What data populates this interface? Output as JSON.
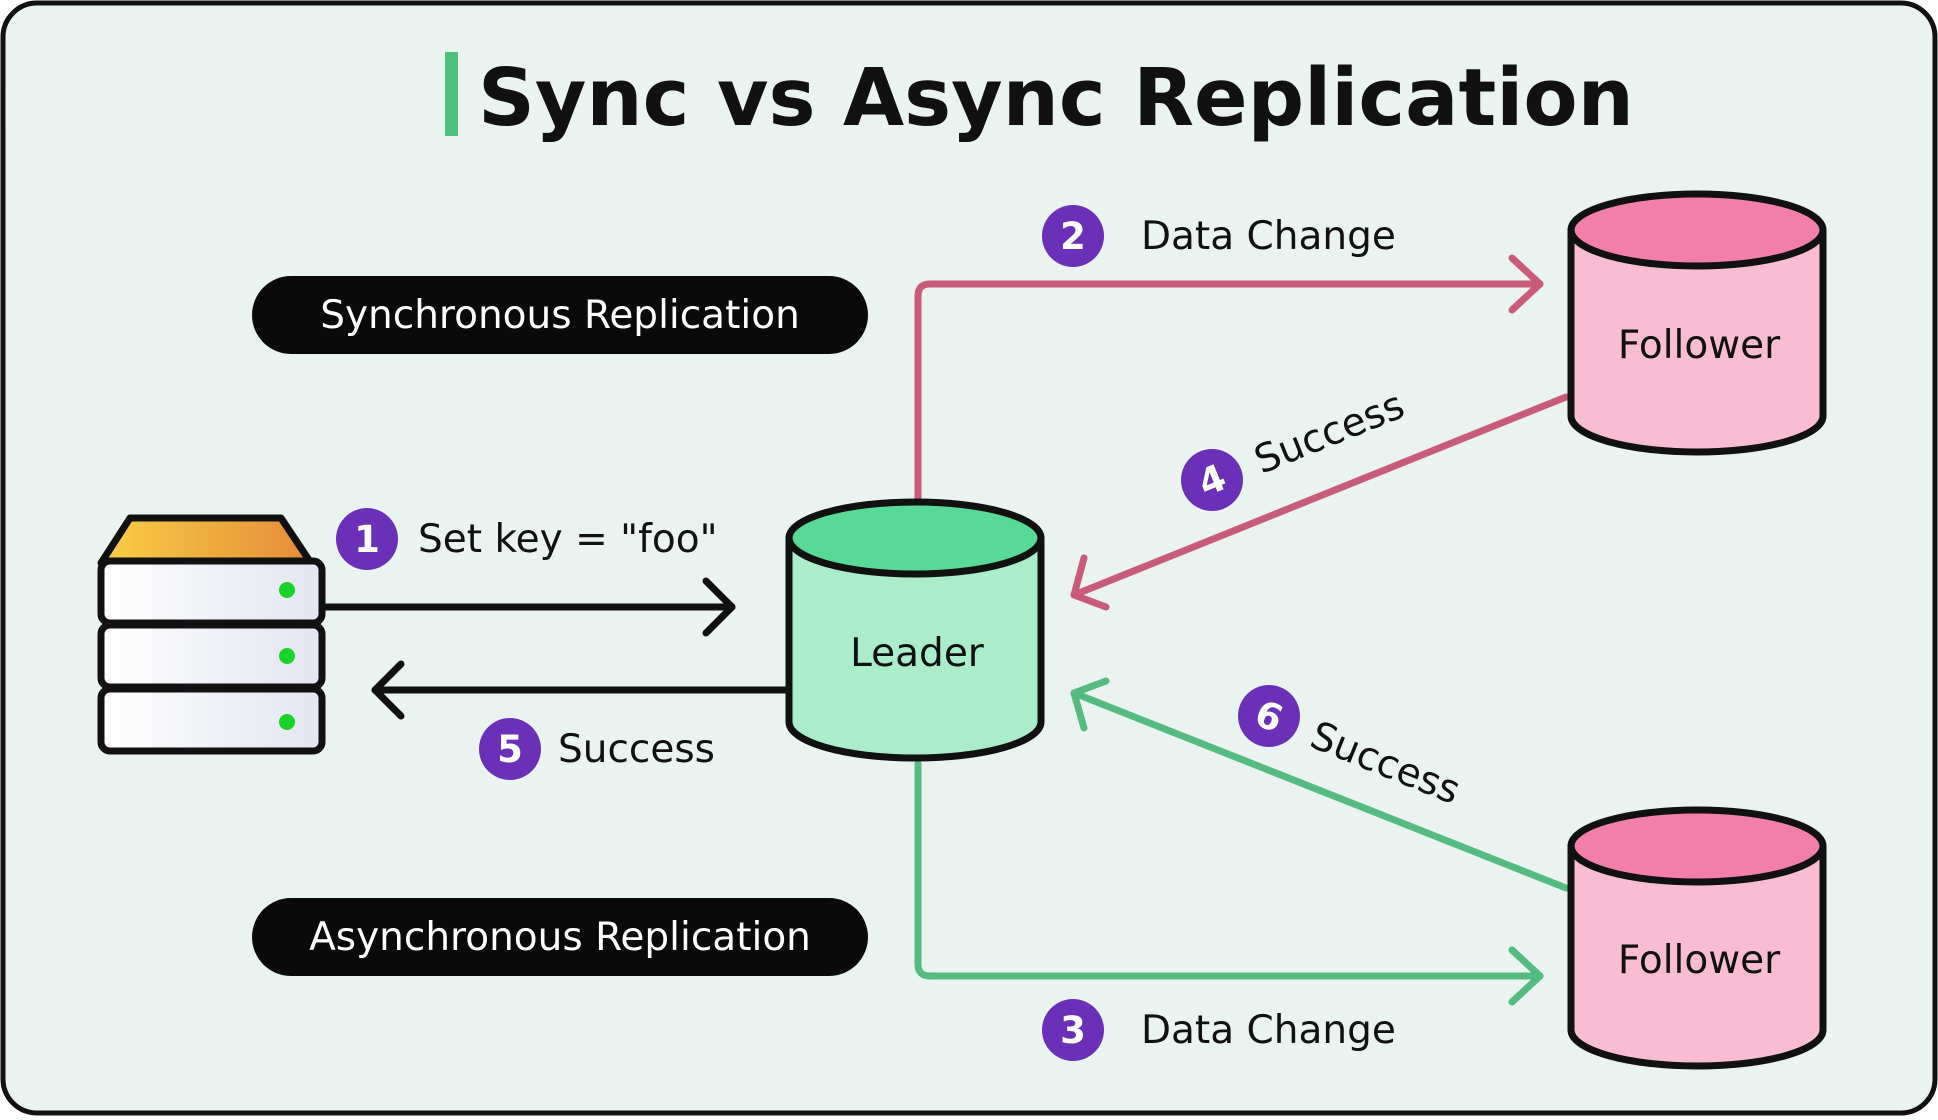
{
  "title": "Sync vs Async Replication",
  "sections": {
    "sync": "Synchronous Replication",
    "async": "Asynchronous Replication"
  },
  "nodes": {
    "leader": "Leader",
    "follower_top": "Follower",
    "follower_bottom": "Follower"
  },
  "steps": [
    {
      "number": "1",
      "label": "Set key = \"foo\""
    },
    {
      "number": "2",
      "label": "Data Change"
    },
    {
      "number": "3",
      "label": "Data Change"
    },
    {
      "number": "4",
      "label": "Success"
    },
    {
      "number": "5",
      "label": "Success"
    },
    {
      "number": "6",
      "label": "Success"
    }
  ],
  "colors": {
    "background": "#EAF3EF",
    "accent_bar": "#4FC07A",
    "badge": "#6A30B8",
    "sync_arrow": "#C85B7A",
    "async_arrow": "#55BB80",
    "leader_fill": "#ABEDCB",
    "leader_top": "#58D995",
    "follower_fill": "#F8BCD3",
    "follower_top": "#F17FA9"
  }
}
